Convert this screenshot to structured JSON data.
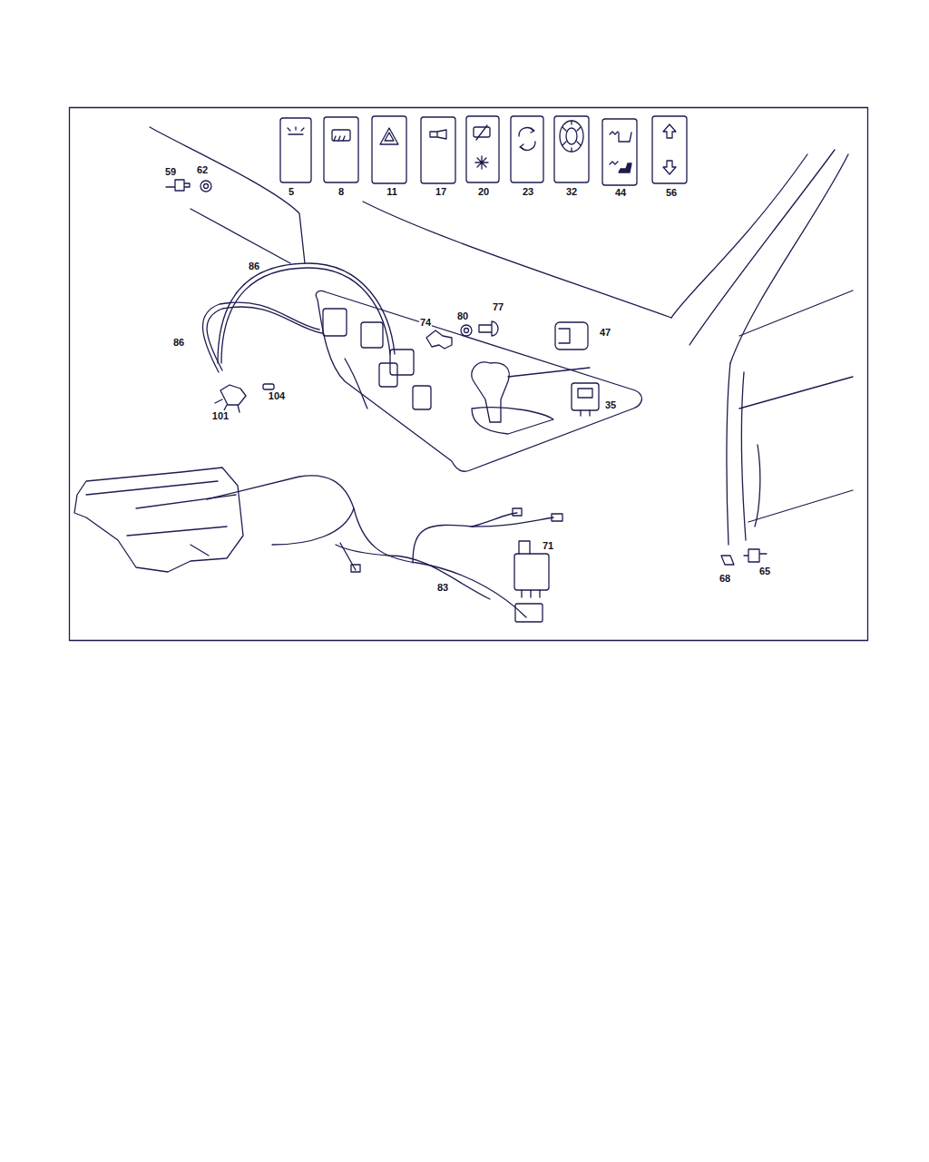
{
  "diagram": {
    "labels": [
      "5",
      "8",
      "11",
      "17",
      "20",
      "23",
      "32",
      "44",
      "56",
      "59",
      "62",
      "86",
      "77",
      "80",
      "74",
      "47",
      "86",
      "104",
      "101",
      "35",
      "71",
      "83",
      "68",
      "65"
    ]
  }
}
